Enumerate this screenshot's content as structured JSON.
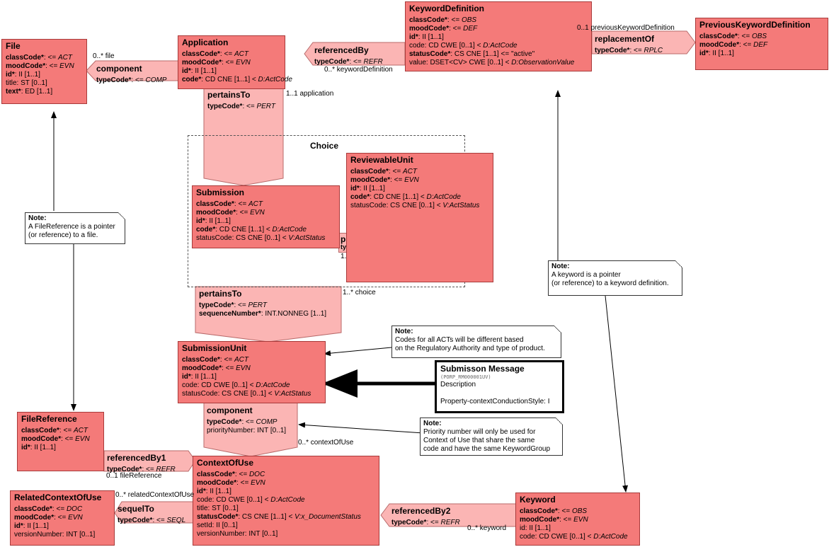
{
  "classes": {
    "file": {
      "title": "File",
      "rows": [
        [
          {
            "t": "classCode*",
            "b": true
          },
          {
            "t": ": <= "
          },
          {
            "t": "ACT",
            "i": true
          }
        ],
        [
          {
            "t": "moodCode*",
            "b": true
          },
          {
            "t": ": <= "
          },
          {
            "t": "EVN",
            "i": true
          }
        ],
        [
          {
            "t": "id*",
            "b": true
          },
          {
            "t": ": II [1..1]"
          }
        ],
        [
          {
            "t": "title: ST [0..1]"
          }
        ],
        [
          {
            "t": "text*",
            "b": true
          },
          {
            "t": ": ED [1..1]"
          }
        ]
      ]
    },
    "application": {
      "title": "Application",
      "rows": [
        [
          {
            "t": "classCode*",
            "b": true
          },
          {
            "t": ": <= "
          },
          {
            "t": "ACT",
            "i": true
          }
        ],
        [
          {
            "t": "moodCode*",
            "b": true
          },
          {
            "t": ": <= "
          },
          {
            "t": "EVN",
            "i": true
          }
        ],
        [
          {
            "t": "id*",
            "b": true
          },
          {
            "t": ": II [1..1]"
          }
        ],
        [
          {
            "t": "code*",
            "b": true
          },
          {
            "t": ": CD CNE [1..1] < "
          },
          {
            "t": "D:ActCode",
            "i": true
          }
        ]
      ]
    },
    "keyword_definition": {
      "title": "KeywordDefinition",
      "rows": [
        [
          {
            "t": "classCode*",
            "b": true
          },
          {
            "t": ": <= "
          },
          {
            "t": "OBS",
            "i": true
          }
        ],
        [
          {
            "t": "moodCode*",
            "b": true
          },
          {
            "t": ": <= "
          },
          {
            "t": "DEF",
            "i": true
          }
        ],
        [
          {
            "t": "id*",
            "b": true
          },
          {
            "t": ": II [1..1]"
          }
        ],
        [
          {
            "t": "code: CD CWE [0..1] < "
          },
          {
            "t": "D:ActCode",
            "i": true
          }
        ],
        [
          {
            "t": "statusCode*",
            "b": true
          },
          {
            "t": ": CS CNE [1..1] <= \"active\""
          }
        ],
        [
          {
            "t": "value: DSET<CV> CWE [0..1] < "
          },
          {
            "t": "D:ObservationValue",
            "i": true
          }
        ]
      ]
    },
    "previous_keyword_definition": {
      "title": "PreviousKeywordDefinition",
      "rows": [
        [
          {
            "t": "classCode*",
            "b": true
          },
          {
            "t": ": <= "
          },
          {
            "t": "OBS",
            "i": true
          }
        ],
        [
          {
            "t": "moodCode*",
            "b": true
          },
          {
            "t": ": <= "
          },
          {
            "t": "DEF",
            "i": true
          }
        ],
        [
          {
            "t": "id*",
            "b": true
          },
          {
            "t": ": II [1..1]"
          }
        ]
      ]
    },
    "reviewable_unit": {
      "title": "ReviewableUnit",
      "rows": [
        [
          {
            "t": "classCode*",
            "b": true
          },
          {
            "t": ": <= "
          },
          {
            "t": "ACT",
            "i": true
          }
        ],
        [
          {
            "t": "moodCode*",
            "b": true
          },
          {
            "t": ": <= "
          },
          {
            "t": "EVN",
            "i": true
          }
        ],
        [
          {
            "t": "id*",
            "b": true
          },
          {
            "t": ": II [1..1]"
          }
        ],
        [
          {
            "t": "code*",
            "b": true
          },
          {
            "t": ": CD CNE [1..1] < "
          },
          {
            "t": "D:ActCode",
            "i": true
          }
        ],
        [
          {
            "t": "statusCode: CS CNE [0..1] < "
          },
          {
            "t": "V:ActStatus",
            "i": true
          }
        ]
      ]
    },
    "submission": {
      "title": "Submission",
      "rows": [
        [
          {
            "t": "classCode*",
            "b": true
          },
          {
            "t": ": <= "
          },
          {
            "t": "ACT",
            "i": true
          }
        ],
        [
          {
            "t": "moodCode*",
            "b": true
          },
          {
            "t": ": <= "
          },
          {
            "t": "EVN",
            "i": true
          }
        ],
        [
          {
            "t": "id*",
            "b": true
          },
          {
            "t": ": II [1..1]"
          }
        ],
        [
          {
            "t": "code*",
            "b": true
          },
          {
            "t": ": CD CNE [1..1] < "
          },
          {
            "t": "D:ActCode",
            "i": true
          }
        ],
        [
          {
            "t": "statusCode: CS CNE [0..1] < "
          },
          {
            "t": "V:ActStatus",
            "i": true
          }
        ]
      ]
    },
    "submission_unit": {
      "title": "SubmissionUnit",
      "rows": [
        [
          {
            "t": "classCode*",
            "b": true
          },
          {
            "t": ": <= "
          },
          {
            "t": "ACT",
            "i": true
          }
        ],
        [
          {
            "t": "moodCode*",
            "b": true
          },
          {
            "t": ": <= "
          },
          {
            "t": "EVN",
            "i": true
          }
        ],
        [
          {
            "t": "id*",
            "b": true
          },
          {
            "t": ": II [1..1]"
          }
        ],
        [
          {
            "t": "code: CD CWE [0..1] < "
          },
          {
            "t": "D:ActCode",
            "i": true
          }
        ],
        [
          {
            "t": "statusCode: CS CNE [0..1] < "
          },
          {
            "t": "V:ActStatus",
            "i": true
          }
        ]
      ]
    },
    "file_reference": {
      "title": "FileReference",
      "rows": [
        [
          {
            "t": "classCode*",
            "b": true
          },
          {
            "t": ": <= "
          },
          {
            "t": "ACT",
            "i": true
          }
        ],
        [
          {
            "t": "moodCode*",
            "b": true
          },
          {
            "t": ": <= "
          },
          {
            "t": "EVN",
            "i": true
          }
        ],
        [
          {
            "t": "id*",
            "b": true
          },
          {
            "t": ": II [1..1]"
          }
        ]
      ]
    },
    "context_of_use": {
      "title": "ContextOfUse",
      "rows": [
        [
          {
            "t": "classCode*",
            "b": true
          },
          {
            "t": ": <= "
          },
          {
            "t": "DOC",
            "i": true
          }
        ],
        [
          {
            "t": "moodCode*",
            "b": true
          },
          {
            "t": ": <= "
          },
          {
            "t": "EVN",
            "i": true
          }
        ],
        [
          {
            "t": "id*",
            "b": true
          },
          {
            "t": ": II [1..1]"
          }
        ],
        [
          {
            "t": "code: CD CWE [0..1] < "
          },
          {
            "t": "D:ActCode",
            "i": true
          }
        ],
        [
          {
            "t": "title: ST [0..1]"
          }
        ],
        [
          {
            "t": "statusCode*",
            "b": true
          },
          {
            "t": ": CS CNE [1..1] < "
          },
          {
            "t": "V:x_DocumentStatus",
            "i": true
          }
        ],
        [
          {
            "t": "setId: II [0..1]"
          }
        ],
        [
          {
            "t": "versionNumber: INT [0..1]"
          }
        ]
      ]
    },
    "related_context_of_use": {
      "title": "RelatedContextOfUse",
      "rows": [
        [
          {
            "t": "classCode*",
            "b": true
          },
          {
            "t": ": <= "
          },
          {
            "t": "DOC",
            "i": true
          }
        ],
        [
          {
            "t": "moodCode*",
            "b": true
          },
          {
            "t": ": <= "
          },
          {
            "t": "EVN",
            "i": true
          }
        ],
        [
          {
            "t": "id*",
            "b": true
          },
          {
            "t": ": II [1..1]"
          }
        ],
        [
          {
            "t": "versionNumber: INT [0..1]"
          }
        ]
      ]
    },
    "keyword": {
      "title": "Keyword",
      "rows": [
        [
          {
            "t": "classCode*",
            "b": true
          },
          {
            "t": ": <= "
          },
          {
            "t": "OBS",
            "i": true
          }
        ],
        [
          {
            "t": "moodCode*",
            "b": true
          },
          {
            "t": ": <= "
          },
          {
            "t": "EVN",
            "i": true
          }
        ],
        [
          {
            "t": "id: II [1..1]"
          }
        ],
        [
          {
            "t": "code: CD CWE [0..1] < "
          },
          {
            "t": "D:ActCode",
            "i": true
          }
        ]
      ]
    }
  },
  "relationships": {
    "component_file": {
      "title": "component",
      "rows": [
        [
          {
            "t": "typeCode*",
            "b": true
          },
          {
            "t": ": <= "
          },
          {
            "t": "COMP",
            "i": true
          }
        ]
      ]
    },
    "referenced_by": {
      "title": "referencedBy",
      "rows": [
        [
          {
            "t": "typeCode*",
            "b": true
          },
          {
            "t": ": <= "
          },
          {
            "t": "REFR",
            "i": true
          }
        ]
      ]
    },
    "replacement_of": {
      "title": "replacementOf",
      "rows": [
        [
          {
            "t": "typeCode*",
            "b": true
          },
          {
            "t": ": <= "
          },
          {
            "t": "RPLC",
            "i": true
          }
        ]
      ]
    },
    "pertains_to_app": {
      "title": "pertainsTo",
      "rows": [
        [
          {
            "t": "typeCode*",
            "b": true
          },
          {
            "t": ": <= "
          },
          {
            "t": "PERT",
            "i": true
          }
        ]
      ]
    },
    "pertains_to_choice": {
      "title": "pertainsTo",
      "rows": [
        [
          {
            "t": "typeCode*",
            "b": true
          },
          {
            "t": ": <= "
          },
          {
            "t": "PERT",
            "i": true
          }
        ],
        [
          {
            "t": "sequenceNumber*",
            "b": true
          },
          {
            "t": ": INT.NONNEG [1..1]"
          }
        ]
      ]
    },
    "component_ctx": {
      "title": "component",
      "rows": [
        [
          {
            "t": "typeCode*",
            "b": true
          },
          {
            "t": ": <= "
          },
          {
            "t": "COMP",
            "i": true
          }
        ],
        [
          {
            "t": "priorityNumber: INT [0..1]"
          }
        ]
      ]
    },
    "referenced_by1": {
      "title": "referencedBy1",
      "rows": [
        [
          {
            "t": "typeCode*",
            "b": true
          },
          {
            "t": ": <= "
          },
          {
            "t": "REFR",
            "i": true
          }
        ]
      ]
    },
    "sequel_to": {
      "title": "sequelTo",
      "rows": [
        [
          {
            "t": "typeCode*",
            "b": true
          },
          {
            "t": ": <= "
          },
          {
            "t": "SEQL",
            "i": true
          }
        ]
      ]
    },
    "referenced_by2": {
      "title": "referencedBy2",
      "rows": [
        [
          {
            "t": "typeCode*",
            "b": true
          },
          {
            "t": ": <= "
          },
          {
            "t": "REFR",
            "i": true
          }
        ]
      ]
    },
    "hidden_p": {
      "title": "p",
      "sub": "ty"
    }
  },
  "notes": {
    "file_reference": {
      "title": "Note:",
      "lines": [
        "A FileReference is a pointer",
        "(or reference) to a file."
      ]
    },
    "keyword": {
      "title": "Note:",
      "lines": [
        "A keyword is a pointer",
        "(or reference) to a keyword definition."
      ]
    },
    "codes": {
      "title": "Note:",
      "lines": [
        "Codes for all ACTs will be different based",
        "on the Regulatory Authority and type of product."
      ]
    },
    "priority": {
      "title": "Note:",
      "lines": [
        "Priority number will only be used for",
        "Context of Use that share the same",
        "code and have the same KeywordGroup"
      ]
    }
  },
  "choice_label": "Choice",
  "message": {
    "title": "Submisson Message",
    "id": "(PORP_RM000001UV)",
    "description": "Description",
    "property": "Property-contextConductionStyle: I"
  },
  "cardinalities": {
    "file": "0..* file",
    "keyword_definition": "0..* keywordDefinition",
    "previous_keyword_definition": "0..1 previousKeywordDefinition",
    "application": "1..1 application",
    "choice": "1..* choice",
    "hidden_choice": "1.",
    "context_of_use": "0..* contextOfUse",
    "file_reference": "0..1 fileReference",
    "related_context_of_use": "0..* relatedContextOfUse",
    "keyword": "0..* keyword"
  },
  "colors": {
    "class_fill": "#f47a79",
    "relationship_fill": "#fbb5b4",
    "note_fill": "#ffffff"
  }
}
